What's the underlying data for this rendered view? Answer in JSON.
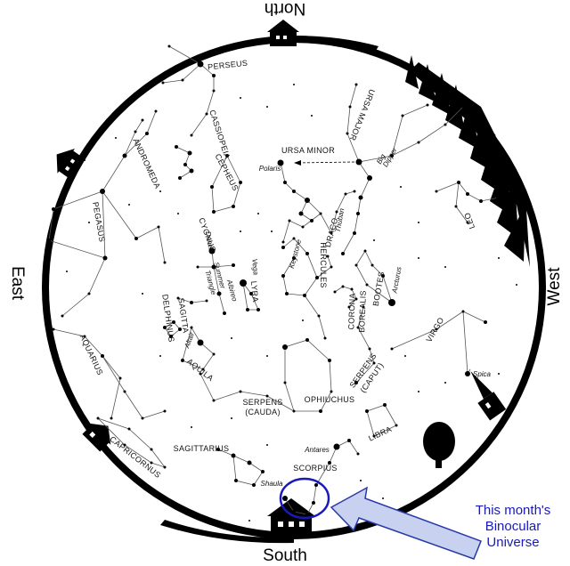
{
  "directions": {
    "north": "North",
    "south": "South",
    "east": "East",
    "west": "West"
  },
  "constellations": {
    "perseus": "PERSEUS",
    "cassiopeia": "CASSIOPEIA",
    "andromeda": "ANDROMEDA",
    "cepheus": "CEPHEUS",
    "ursa_major": "URSA MAJOR",
    "ursa_minor": "URSA MINOR",
    "pegasus": "PEGASUS",
    "cygnus": "CYGNUS",
    "draco": "DRACO",
    "leo": "LEO",
    "lyra": "LYRA",
    "hercules": "HERCULES",
    "bootes": "BOOTES",
    "corona_borealis_1": "CORONA",
    "corona_borealis_2": "BOREALIS",
    "sagitta": "SAGITTA",
    "delphinus": "DELPHINUS",
    "aquila": "AQUILA",
    "aquarius": "AQUARIUS",
    "virgo": "VIRGO",
    "serpens_cauda_1": "SERPENS",
    "serpens_cauda_2": "(CAUDA)",
    "serpens_caput_1": "SERPENS",
    "serpens_caput_2": "(CAPUT)",
    "ophiuchus": "OPHIUCHUS",
    "libra": "LIBRA",
    "sagittarius": "SAGITTARIUS",
    "scorpius": "SCORPIUS",
    "capricornus": "CAPRICORNUS"
  },
  "stars": {
    "polaris": "Polaris",
    "thuban": "Thuban",
    "big_dipper_1": "Big",
    "big_dipper_2": "Dipper",
    "deneb": "Deneb",
    "vega": "Vega",
    "keystone": "Keystone",
    "arcturus": "Arcturus",
    "albireo": "Albireo",
    "summer_triangle_1": "Summer",
    "summer_triangle_2": "Triangle",
    "altair": "Altair",
    "spica": "Spica",
    "antares": "Antares",
    "shaula": "Shaula"
  },
  "callout": {
    "line1": "This month's",
    "line2": "Binocular",
    "line3": "Universe"
  },
  "colors": {
    "callout_text": "#1a1ab8",
    "arrow_fill": "#c8d2f0",
    "arrow_stroke": "#2a3aa8",
    "highlight_circle": "#1a1ab8"
  }
}
